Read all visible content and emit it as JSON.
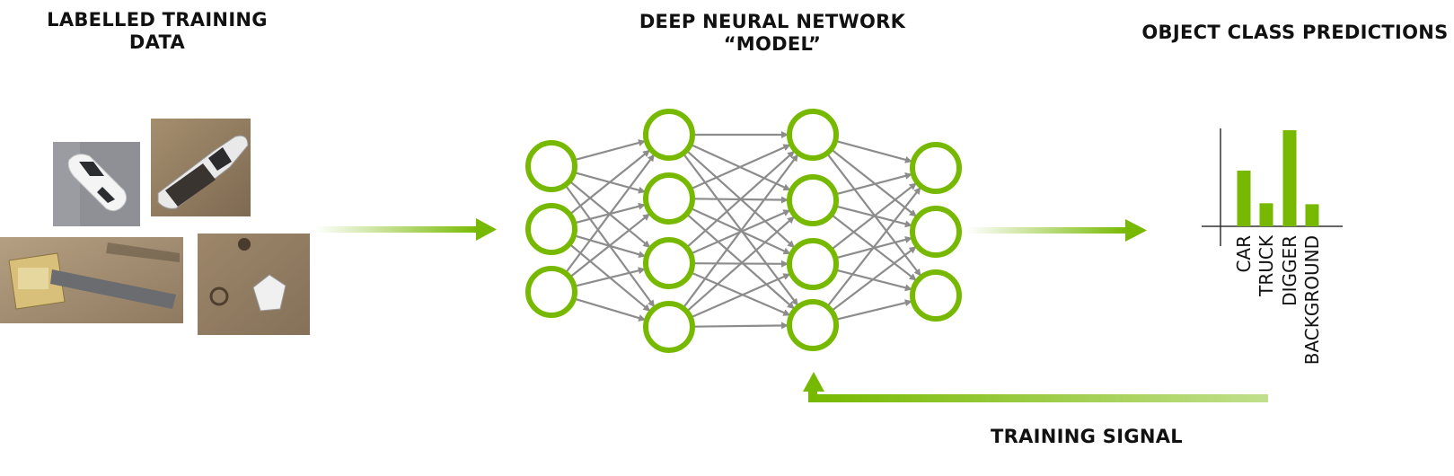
{
  "headings": {
    "training_data": [
      "LABELLED TRAINING",
      "DATA"
    ],
    "network": [
      "DEEP NEURAL NETWORK",
      "“MODEL”"
    ],
    "predictions": "OBJECT CLASS PREDICTIONS",
    "training_signal": "TRAINING SIGNAL"
  },
  "images": [
    {
      "subject": "car"
    },
    {
      "subject": "truck"
    },
    {
      "subject": "digger"
    },
    {
      "subject": "background"
    }
  ],
  "network": {
    "layers": [
      3,
      4,
      4,
      3
    ],
    "node_color": "#76b900",
    "edge_color": "#8c8c8c"
  },
  "chart_data": {
    "type": "bar",
    "categories": [
      "CAR",
      "TRUCK",
      "DIGGER",
      "BACKGROUND"
    ],
    "values": [
      0.58,
      0.24,
      1.0,
      0.23
    ],
    "color": "#76b900"
  },
  "colors": {
    "accent": "#76b900",
    "text": "#111111"
  }
}
